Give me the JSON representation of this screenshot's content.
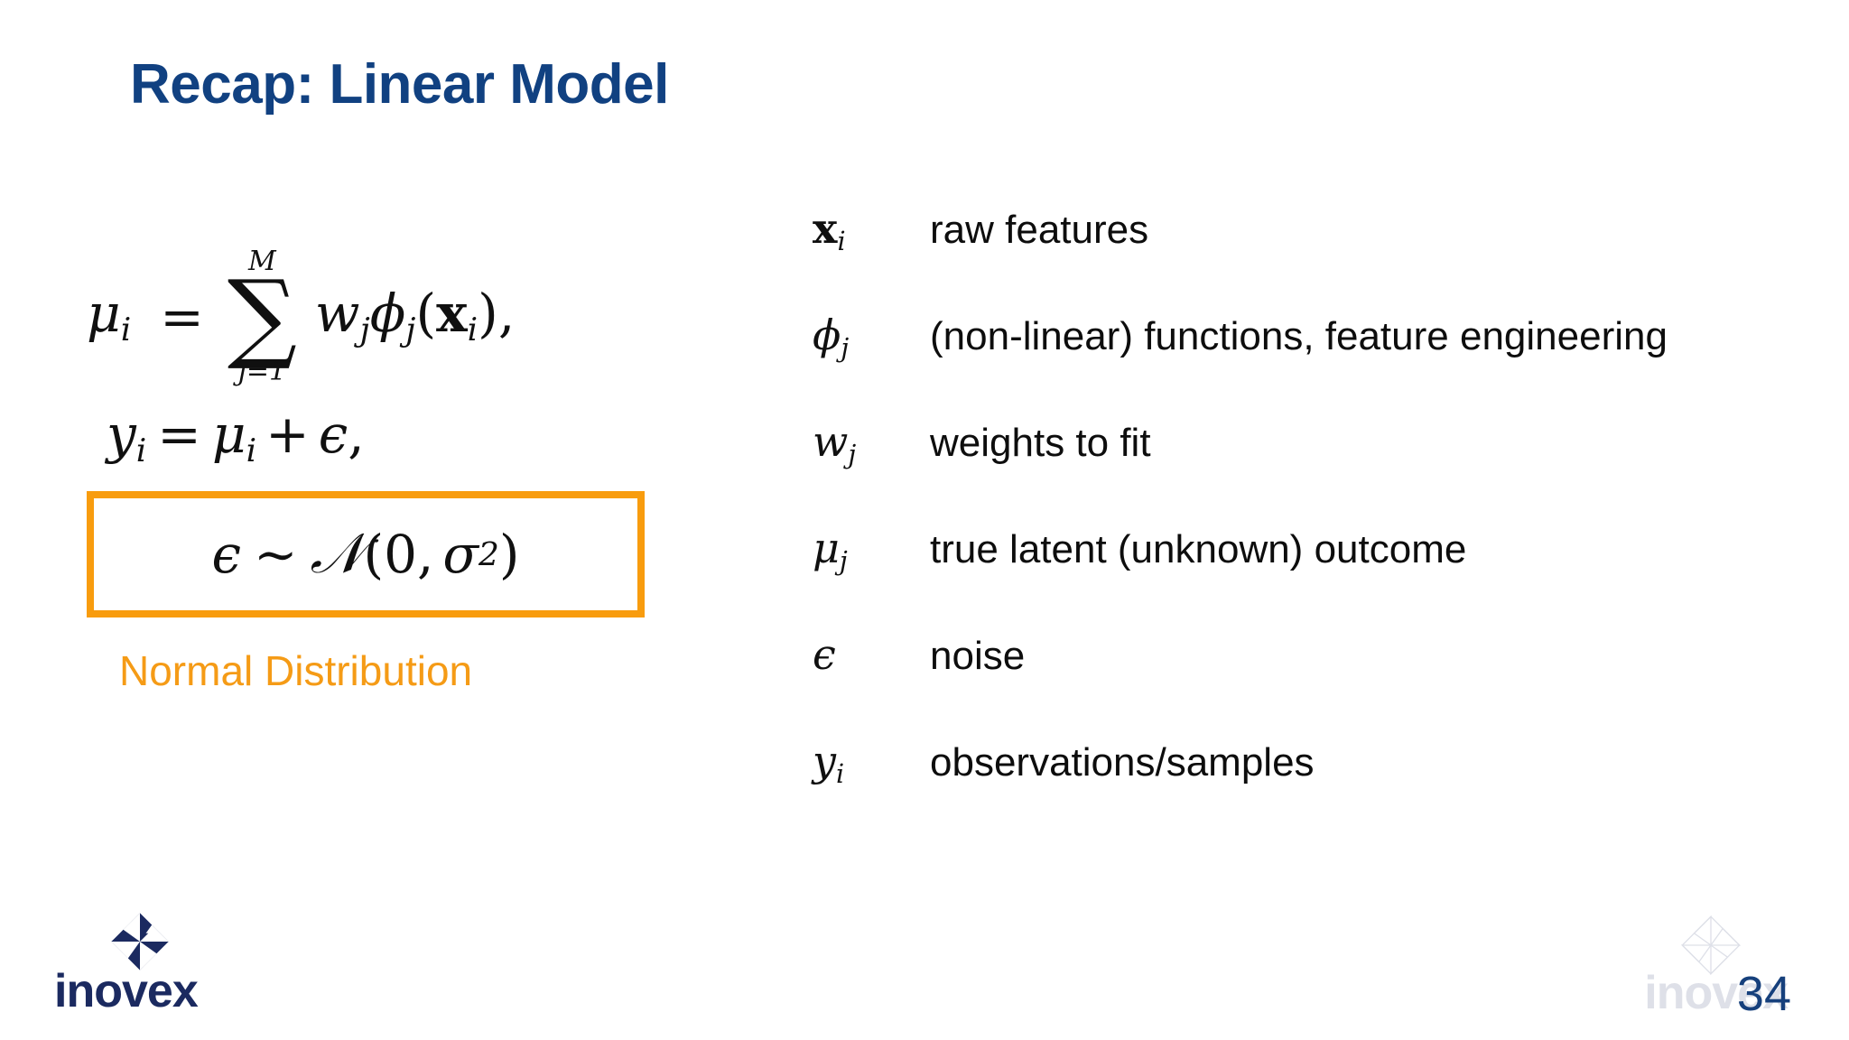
{
  "slide": {
    "title": "Recap: Linear Model",
    "page_number": "34",
    "title_color": "#114181",
    "accent_color": "#F89C0E",
    "background_color": "#FFFFFF"
  },
  "equations": {
    "equation_one": {
      "lhs_symbol": "μ",
      "lhs_subscript": "i",
      "equals": "=",
      "sum_upper_limit": "M",
      "sum_lower_limit": "j=1",
      "sum_glyph": "∑",
      "term_weight": "w",
      "term_weight_subscript": "j",
      "term_basis": "ϕ",
      "term_basis_subscript": "j",
      "open_paren": "(",
      "argument": "x",
      "argument_subscript": "i",
      "close_paren": ")",
      "trailing_comma": ","
    },
    "equation_two": {
      "lhs_symbol": "y",
      "lhs_subscript": "i",
      "equals": "=",
      "rhs_symbol": "μ",
      "rhs_subscript": "i",
      "plus": "+",
      "noise_symbol": "ϵ",
      "trailing_comma": ","
    },
    "boxed_equation": {
      "noise_symbol": "ϵ",
      "distributed_as": "∼",
      "distribution_symbol": "\u0001d4a9",
      "open_paren": "(",
      "mean": "0",
      "separator": ",",
      "scale_symbol": "σ",
      "scale_exponent": "2",
      "close_paren": ")"
    },
    "caption": "Normal Distribution"
  },
  "legend": {
    "rows": [
      {
        "symbol": "x",
        "subscript": "i",
        "bold": true,
        "description": "raw features"
      },
      {
        "symbol": "ϕ",
        "subscript": "j",
        "bold": false,
        "description": "(non-linear) functions, feature engineering"
      },
      {
        "symbol": "w",
        "subscript": "j",
        "bold": false,
        "description": "weights to fit"
      },
      {
        "symbol": "μ",
        "subscript": "j",
        "bold": false,
        "description": "true latent (unknown) outcome"
      },
      {
        "symbol": "ϵ",
        "subscript": "",
        "bold": false,
        "description": "noise"
      },
      {
        "symbol": "y",
        "subscript": "i",
        "bold": false,
        "description": "observations/samples"
      }
    ]
  },
  "branding": {
    "wordmark": "inovex",
    "logo_icon": "inovex-diamond-icon",
    "brand_color": "#1B2A60"
  }
}
